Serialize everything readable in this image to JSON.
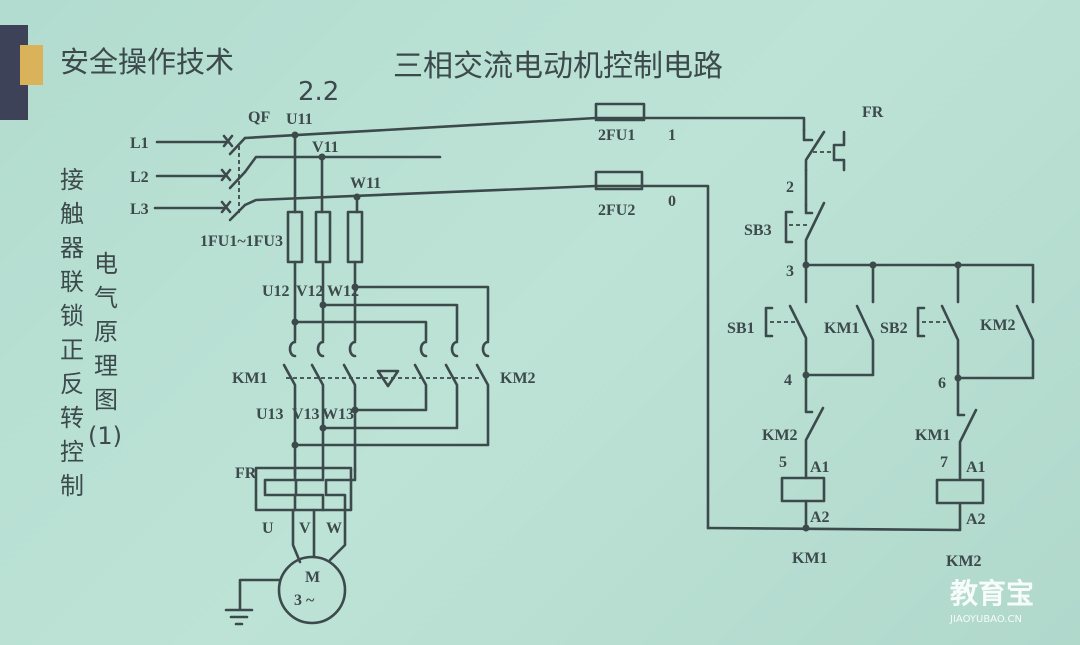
{
  "header": {
    "title": "安全操作技术"
  },
  "slide": {
    "section_number": "2.2",
    "heading": "三相交流电动机控制电路"
  },
  "side_text": {
    "line1": [
      "接",
      "触",
      "器",
      "联",
      "锁",
      "正",
      "反",
      "转",
      "控",
      "制"
    ],
    "line2": [
      "电",
      "气",
      "原",
      "理",
      "图",
      "(1)"
    ]
  },
  "main_circuit": {
    "lines": [
      "L1",
      "L2",
      "L3"
    ],
    "breaker": "QF",
    "nodes1": [
      "U11",
      "V11",
      "W11"
    ],
    "fuses": "1FU1~1FU3",
    "nodes2": [
      "U12",
      "V12",
      "W12"
    ],
    "nodes3": [
      "U13",
      "V13",
      "W13"
    ],
    "contactors": [
      "KM1",
      "KM2"
    ],
    "overload": "FR",
    "motor_terminals": [
      "U",
      "V",
      "W"
    ],
    "motor": {
      "symbol": "M",
      "phase": "3 ~"
    }
  },
  "control_circuit": {
    "fuse1": "2FU1",
    "fuse2": "2FU2",
    "wire1": "1",
    "wire0": "0",
    "fr": "FR",
    "stop_button": "SB3",
    "fwd_button": "SB1",
    "rev_button": "SB2",
    "km1_contact": "KM1",
    "km2_contact": "KM2",
    "interlock1": "KM2",
    "interlock2": "KM1",
    "node_numbers": [
      "2",
      "3",
      "4",
      "5",
      "6",
      "7"
    ],
    "coil_terminals": [
      "A1",
      "A2"
    ],
    "coil1": "KM1",
    "coil2": "KM2"
  },
  "watermark": {
    "brand": "教育宝",
    "url": "JIAOYUBAO.CN"
  }
}
